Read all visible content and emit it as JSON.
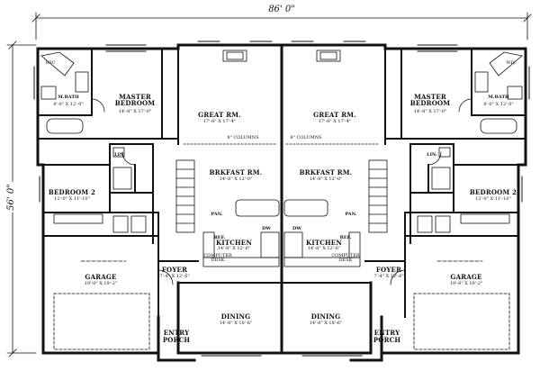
{
  "overall": {
    "width": "86' 0\"",
    "depth": "56' 0\""
  },
  "rooms": {
    "left_master": {
      "name": "MASTER\nBEDROOM",
      "dim": "14'-8\" X 17'-0\""
    },
    "left_mbath": {
      "name": "M.BATH",
      "dim": "8'-0\" X 12'-0\""
    },
    "left_wic": "WIC",
    "left_great": {
      "name": "GREAT RM.",
      "dim": "17'-8\" X 17'-4\""
    },
    "right_great": {
      "name": "GREAT RM.",
      "dim": "17'-8\" X 17'-4\""
    },
    "right_master": {
      "name": "MASTER\nBEDROOM",
      "dim": "14'-8\" X 17'-0\""
    },
    "right_mbath": {
      "name": "M.BATH",
      "dim": "8'-0\" X 12'-0\""
    },
    "right_wic": "WIC",
    "left_columns": "8\" COLUMNS",
    "right_columns": "8\" COLUMNS",
    "left_lin": "LIN.",
    "right_lin": "LIN.",
    "left_bed2": {
      "name": "BEDROOM 2",
      "dim": "12'-0\" X 11'-10\""
    },
    "right_bed2": {
      "name": "BEDROOM 2",
      "dim": "12'-0\" X 11'-10\""
    },
    "left_brk": {
      "name": "BRKFAST RM.",
      "dim": "14'-8\" X 12'-0\""
    },
    "right_brk": {
      "name": "BRKFAST RM.",
      "dim": "14'-8\" X 12'-0\""
    },
    "left_pan": "PAN.",
    "right_pan": "PAN.",
    "left_ref": "REF.",
    "right_ref": "REF.",
    "left_dw": "DW",
    "right_dw": "DW",
    "left_kitchen": {
      "name": "KITCHEN",
      "dim": "14'-8\" X 12'-6\""
    },
    "right_kitchen": {
      "name": "KITCHEN",
      "dim": "14'-8\" X 12'-6\""
    },
    "left_desk": "COMPUTER\nDESK",
    "right_desk": "COMPUTER\nDESK",
    "left_garage": {
      "name": "GARAGE",
      "dim": "19'-8\" X 19'-2\""
    },
    "right_garage": {
      "name": "GARAGE",
      "dim": "19'-8\" X 19'-2\""
    },
    "left_foyer": {
      "name": "FOYER",
      "dim": "7'-4\" X 12'-6\""
    },
    "right_foyer": {
      "name": "FOYER",
      "dim": "7'-4\" X 12'-6\""
    },
    "left_dining": {
      "name": "DINING",
      "dim": "14'-8\" X 18'-6\""
    },
    "right_dining": {
      "name": "DINING",
      "dim": "14'-8\" X 18'-6\""
    },
    "left_porch": "ENTRY\nPORCH",
    "right_porch": "ENTRY\nPORCH"
  }
}
